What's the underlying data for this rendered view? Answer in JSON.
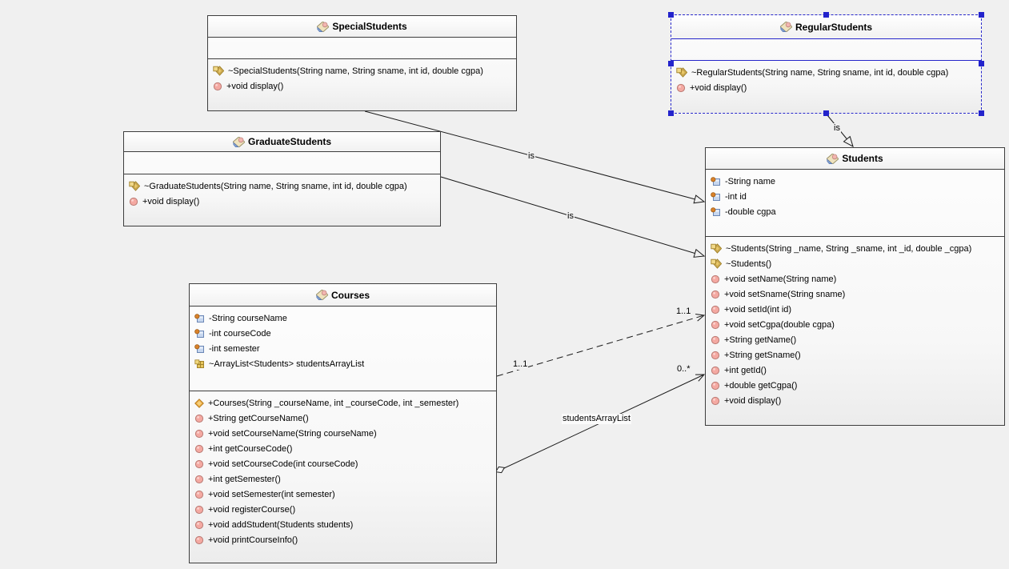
{
  "diagram": {
    "background_color": "#f0f0f0",
    "selection_color": "#2626cb",
    "box_border_color": "#3d3d3d",
    "classes": [
      {
        "name": "SpecialStudents",
        "selected": false,
        "fields": [],
        "methods": [
          {
            "icon": "constructor-package",
            "text": "~SpecialStudents(String name, String sname, int id, double cgpa)"
          },
          {
            "icon": "method-public",
            "text": "+void display()"
          }
        ]
      },
      {
        "name": "RegularStudents",
        "selected": true,
        "fields": [],
        "methods": [
          {
            "icon": "constructor-package",
            "text": "~RegularStudents(String name, String sname, int id, double cgpa)"
          },
          {
            "icon": "method-public",
            "text": "+void display()"
          }
        ]
      },
      {
        "name": "GraduateStudents",
        "selected": false,
        "fields": [],
        "methods": [
          {
            "icon": "constructor-package",
            "text": "~GraduateStudents(String name, String sname, int id, double cgpa)"
          },
          {
            "icon": "method-public",
            "text": "+void display()"
          }
        ]
      },
      {
        "name": "Students",
        "selected": false,
        "fields": [
          {
            "icon": "field-private",
            "text": "-String name"
          },
          {
            "icon": "field-private",
            "text": "-int id"
          },
          {
            "icon": "field-private",
            "text": "-double cgpa"
          }
        ],
        "methods": [
          {
            "icon": "constructor-package",
            "text": "~Students(String _name, String _sname, int _id, double _cgpa)"
          },
          {
            "icon": "constructor-package",
            "text": "~Students()"
          },
          {
            "icon": "method-public",
            "text": "+void setName(String name)"
          },
          {
            "icon": "method-public",
            "text": "+void setSname(String sname)"
          },
          {
            "icon": "method-public",
            "text": "+void setId(int id)"
          },
          {
            "icon": "method-public",
            "text": "+void setCgpa(double cgpa)"
          },
          {
            "icon": "method-public",
            "text": "+String getName()"
          },
          {
            "icon": "method-public",
            "text": "+String getSname()"
          },
          {
            "icon": "method-public",
            "text": "+int getId()"
          },
          {
            "icon": "method-public",
            "text": "+double getCgpa()"
          },
          {
            "icon": "method-public",
            "text": "+void display()"
          }
        ]
      },
      {
        "name": "Courses",
        "selected": false,
        "fields": [
          {
            "icon": "field-private",
            "text": "-String courseName"
          },
          {
            "icon": "field-private",
            "text": "-int courseCode"
          },
          {
            "icon": "field-private",
            "text": "-int semester"
          },
          {
            "icon": "field-package",
            "text": "~ArrayList<Students> studentsArrayList"
          }
        ],
        "methods": [
          {
            "icon": "constructor-public",
            "text": "+Courses(String _courseName, int _courseCode, int _semester)"
          },
          {
            "icon": "method-public",
            "text": "+String getCourseName()"
          },
          {
            "icon": "method-public",
            "text": "+void setCourseName(String courseName)"
          },
          {
            "icon": "method-public",
            "text": "+int getCourseCode()"
          },
          {
            "icon": "method-public",
            "text": "+void setCourseCode(int courseCode)"
          },
          {
            "icon": "method-public",
            "text": "+int getSemester()"
          },
          {
            "icon": "method-public",
            "text": "+void setSemester(int semester)"
          },
          {
            "icon": "method-public",
            "text": "+void registerCourse()"
          },
          {
            "icon": "method-public",
            "text": "+void addStudent(Students students)"
          },
          {
            "icon": "method-public",
            "text": "+void printCourseInfo()"
          }
        ]
      }
    ],
    "relationships": [
      {
        "from": "SpecialStudents",
        "to": "Students",
        "type": "inheritance",
        "label": "is"
      },
      {
        "from": "GraduateStudents",
        "to": "Students",
        "type": "inheritance",
        "label": "is"
      },
      {
        "from": "RegularStudents",
        "to": "Students",
        "type": "inheritance",
        "label": "is"
      },
      {
        "from": "Courses",
        "to": "Students",
        "type": "dependency-dashed",
        "multiplicity_from": "1..1",
        "multiplicity_to": "1..1"
      },
      {
        "from": "Courses",
        "to": "Students",
        "type": "aggregation",
        "name": "studentsArrayList",
        "multiplicity_to": "0..*"
      }
    ],
    "edge_labels": [
      {
        "key": "is-special",
        "text": "is"
      },
      {
        "key": "is-graduate",
        "text": "is"
      },
      {
        "key": "is-regular",
        "text": "is"
      },
      {
        "key": "mult-courses-11",
        "text": "1..1"
      },
      {
        "key": "mult-students-11",
        "text": "1..1"
      },
      {
        "key": "mult-students-0n",
        "text": "0..*"
      },
      {
        "key": "assoc-name",
        "text": "studentsArrayList"
      }
    ]
  }
}
